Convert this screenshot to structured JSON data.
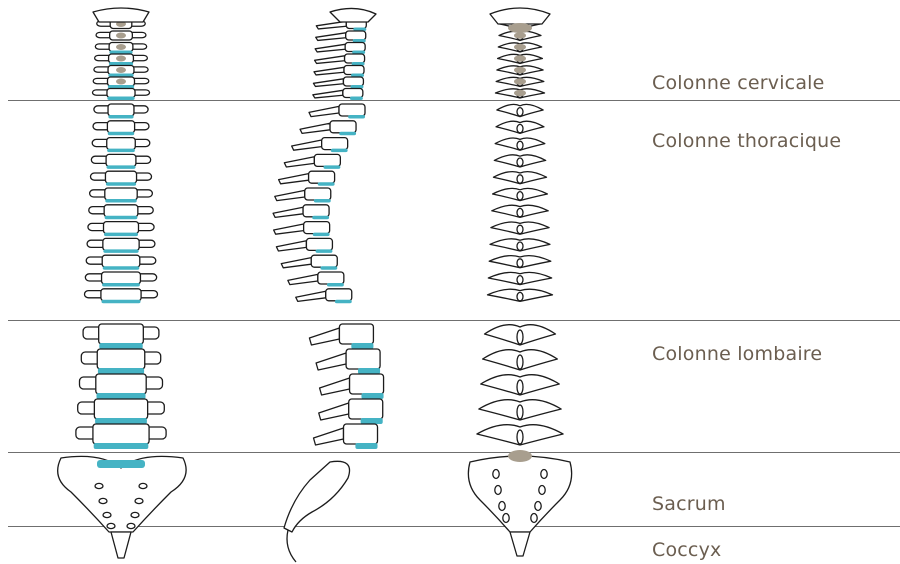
{
  "regions": {
    "cervical": "Colonne cervicale",
    "thoracic": "Colonne thoracique",
    "lumbar": "Colonne lombaire",
    "sacrum": "Sacrum",
    "coccyx": "Coccyx"
  },
  "colors": {
    "disc": "#45b3c4",
    "bone_fill": "#ffffff",
    "bone_stroke": "#1c1c1c",
    "shadow": "#d8d8d8",
    "cartilage": "#a89e8e",
    "label": "#6b5e50",
    "line": "#6f6f6f"
  }
}
